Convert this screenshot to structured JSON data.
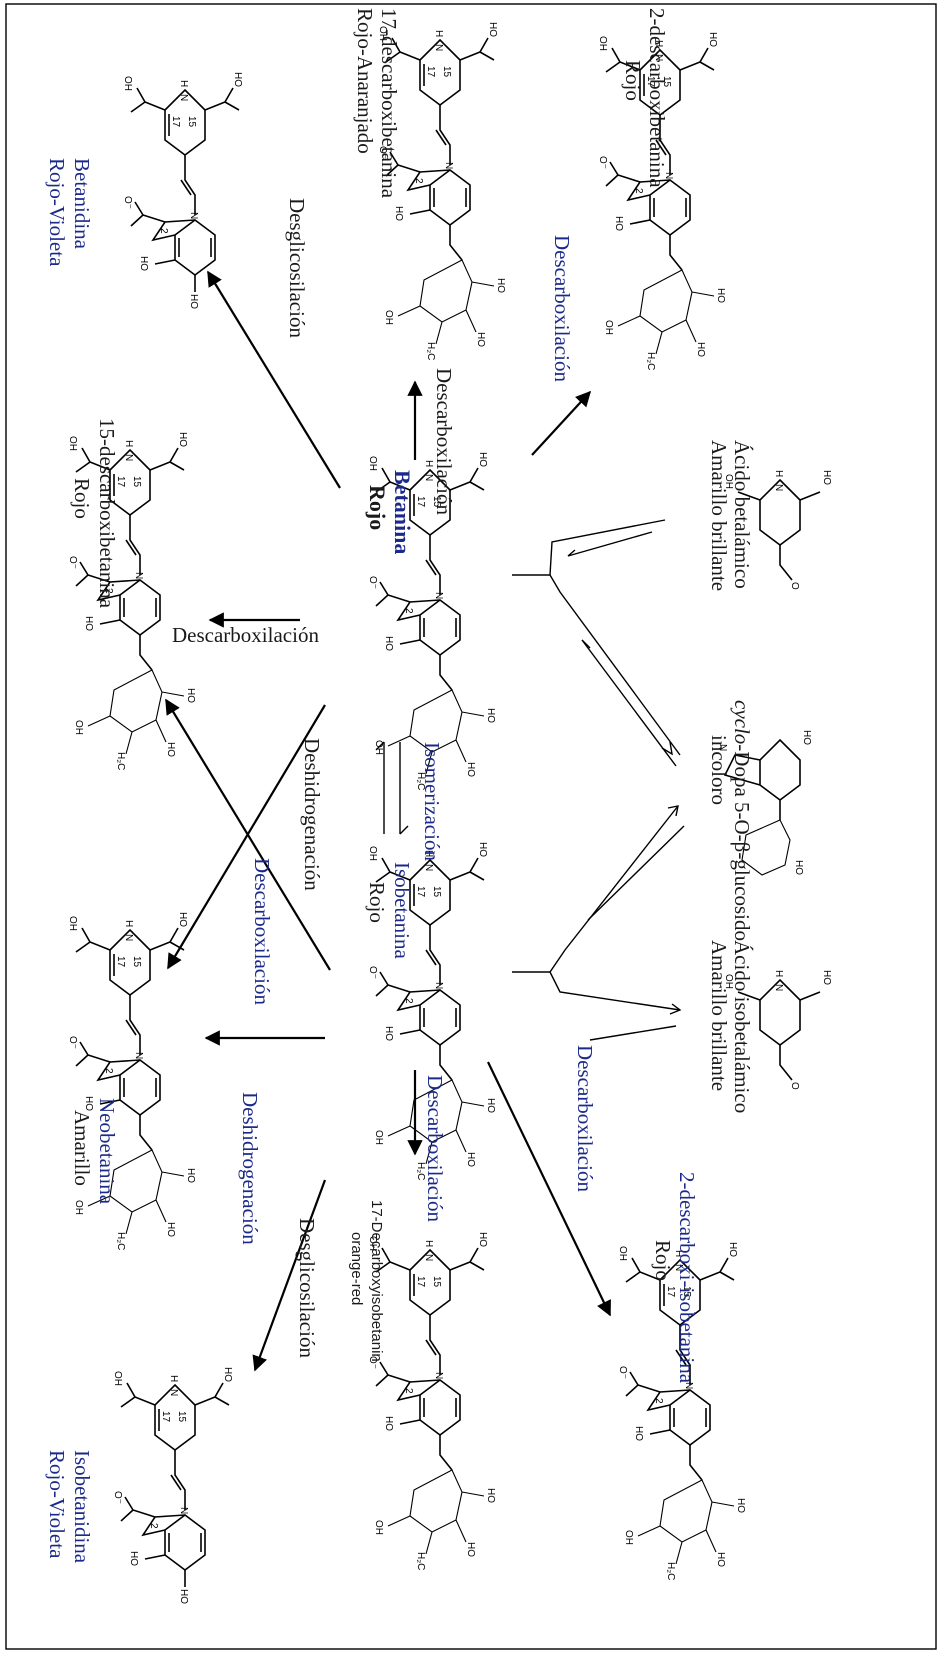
{
  "compounds": {
    "betanidina": {
      "name": "Betanidina",
      "color": "Rojo-Violeta"
    },
    "descarboxi17": {
      "name": "17-descarboxibetanina",
      "color": "Rojo-Anaranjado"
    },
    "descarboxi2": {
      "name": "2-descarboxibetanina",
      "color": "Rojo"
    },
    "descarboxi15": {
      "name": "15-descarboxibetanina",
      "color": "Rojo"
    },
    "betanina": {
      "name": "Betanina",
      "color": "Rojo"
    },
    "acido_betalamico": {
      "name": "Ácido betalámico",
      "color": "Amarillo brillante"
    },
    "cyclodopa": {
      "name_italic": "cyclo",
      "name_rest": "-Dopa 5-O-β-glucosido",
      "color": "incoloro"
    },
    "isobetanina": {
      "name": "Isobetanina",
      "color": "Rojo"
    },
    "neobetanina": {
      "name": "Neobetanina",
      "color": "Amarillo"
    },
    "acido_isobetalamico": {
      "name": "Ácido isobetalámico",
      "color": "Amarillo brillante"
    },
    "descarboxi_iso2": {
      "name": "2-descarboxi-isobetanina",
      "color": "Rojo"
    },
    "decarboxy17iso": {
      "name": "17-Decarboxyisobetanin",
      "color": "orange-red"
    },
    "isobetanidina": {
      "name": "Isobetanidina",
      "color": "Rojo-Violeta"
    }
  },
  "reactions": {
    "deglicosilacion_1": "Desglicosilación",
    "descarboxilacion_17": "Descarboxilación",
    "descarboxilacion_2": "Descarboxilación",
    "descarboxilacion_15": "Descarboxilación",
    "deshidrogenacion_1": "Deshidrogenación",
    "isomerizacion": "Isomerización",
    "descarboxilacion_cross": "Descarboxilación",
    "deshidrogenacion_2": "Deshidrogenación",
    "descarboxilacion_17iso": "Descarboxilación",
    "desglicosilacion_2": "Desglicosilación",
    "descarboxilacion_iso2": "Descarboxilación"
  },
  "atoms": {
    "ho": "HO",
    "oh": "OH",
    "o": "O",
    "o_minus": "O⁻",
    "n": "N",
    "h": "H",
    "h2c": "H₂C",
    "pos2": "2",
    "pos15": "15",
    "pos17": "17"
  },
  "colors": {
    "label_blue": "#1b2a8a",
    "label_dark": "#1a1a1a",
    "ink": "#000000"
  }
}
